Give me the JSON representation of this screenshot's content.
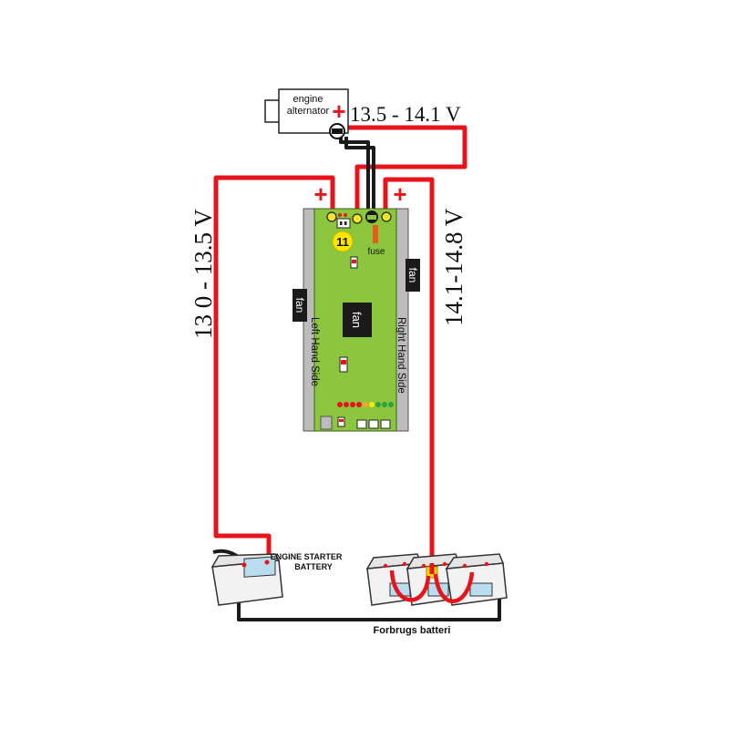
{
  "labels": {
    "alternator_line1": "engine",
    "alternator_line2": "alternator",
    "alternator_voltage": "13.5 - 14.1 V",
    "left_voltage": "13 0 - 13.5 V",
    "right_voltage": "14.1-14.8 V",
    "fuse": "fuse",
    "fan_left": "fan",
    "fan_right": "fan",
    "fan_center": "fan",
    "left_side": "Left Hand Side",
    "right_side": "Right Hand Side",
    "fuse_number": "11",
    "starter_battery_line1": "ENGINE STARTER",
    "starter_battery_line2": "BATTERY",
    "house_battery": "Forbrugs batteri",
    "plus": "+"
  },
  "colors": {
    "positive_wire": "#e8141c",
    "negative_wire": "#1a1a1a",
    "board": "#8cc63f",
    "board_rail": "#bcbcbc",
    "fuse_badge": "#ffe600",
    "battery_bank_link": "#ffd200"
  }
}
